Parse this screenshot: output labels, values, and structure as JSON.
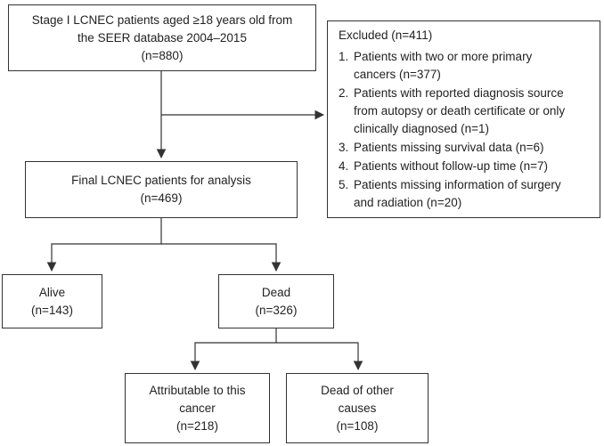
{
  "source": {
    "lines": [
      "Stage I LCNEC patients aged ≥18 years old from",
      "the SEER database 2004–2015",
      "(n=880)"
    ]
  },
  "excluded": {
    "title": "Excluded (n=411)",
    "items": [
      {
        "num": "1.",
        "lines": [
          "Patients with two or more primary",
          "cancers (n=377)"
        ]
      },
      {
        "num": "2.",
        "lines": [
          "Patients with reported diagnosis source",
          "from autopsy or death certificate or only",
          "clinically diagnosed (n=1)"
        ]
      },
      {
        "num": "3.",
        "lines": [
          "Patients missing survival data (n=6)"
        ]
      },
      {
        "num": "4.",
        "lines": [
          "Patients without follow-up time (n=7)"
        ]
      },
      {
        "num": "5.",
        "lines": [
          "Patients missing information of surgery",
          "and radiation (n=20)"
        ]
      }
    ]
  },
  "final": {
    "lines": [
      "Final LCNEC patients for analysis",
      "(n=469)"
    ]
  },
  "alive": {
    "lines": [
      "Alive",
      "(n=143)"
    ]
  },
  "dead": {
    "lines": [
      "Dead",
      "(n=326)"
    ]
  },
  "attributable": {
    "lines": [
      "Attributable to this",
      "cancer",
      "(n=218)"
    ]
  },
  "other_causes": {
    "lines": [
      "Dead of other",
      "causes",
      "(n=108)"
    ]
  }
}
